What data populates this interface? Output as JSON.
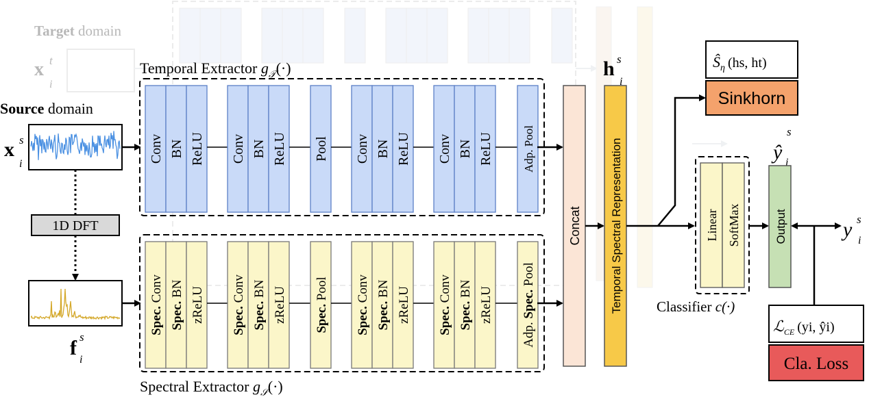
{
  "target": {
    "label_bold": "Target",
    "label_rest": " domain",
    "var_main": "x",
    "var_sup": "t",
    "var_sub": "i"
  },
  "source": {
    "label_bold": "Source",
    "label_rest": " domain",
    "var_main": "x",
    "var_sup": "s",
    "var_sub": "i"
  },
  "dft": {
    "label": "1D DFT"
  },
  "freq_var": {
    "main": "f",
    "sup": "s",
    "sub": "i"
  },
  "temporal_extractor": {
    "title": "Temporal Extractor ",
    "symbol": "g",
    "symbol_sub": "𝒯",
    "arg": "(·)",
    "groups": [
      [
        "Conv",
        "BN",
        "ReLU"
      ],
      [
        "Conv",
        "BN",
        "ReLU"
      ],
      [
        "Pool"
      ],
      [
        "Conv",
        "BN",
        "ReLU"
      ],
      [
        "Conv",
        "BN",
        "ReLU"
      ],
      [
        "Adp. Pool"
      ]
    ]
  },
  "spectral_extractor": {
    "title": "Spectral Extractor ",
    "symbol": "g",
    "symbol_sub": "𝒮",
    "arg": "(·)",
    "groups": [
      [
        [
          "Spec.",
          " Conv"
        ],
        [
          "Spec.",
          " BN"
        ],
        [
          "",
          "zReLU"
        ]
      ],
      [
        [
          "Spec.",
          " Conv"
        ],
        [
          "Spec.",
          " BN"
        ],
        [
          "",
          "zReLU"
        ]
      ],
      [
        [
          "Spec.",
          " Pool"
        ]
      ],
      [
        [
          "Spec.",
          " Conv"
        ],
        [
          "Spec.",
          " BN"
        ],
        [
          "",
          "zReLU"
        ]
      ],
      [
        [
          "Spec.",
          " Conv"
        ],
        [
          "Spec.",
          " BN"
        ],
        [
          "",
          "zReLU"
        ]
      ],
      [
        [
          "Adp. ",
          "Spec.",
          " Pool"
        ]
      ]
    ]
  },
  "concat": {
    "label": "Concat"
  },
  "representation": {
    "label": "Temporal Spectral Representation",
    "var_main": "h",
    "var_sup": "s",
    "var_sub": "i"
  },
  "sinkhorn": {
    "label": "Sinkhorn",
    "formula_symbol": "Ŝ",
    "formula_sub": "η",
    "formula_args": "(hs, ht)"
  },
  "classifier": {
    "layers": [
      "Linear",
      "SoftMax"
    ],
    "title": "Classifier ",
    "symbol": "c(·)"
  },
  "output": {
    "label": "Output",
    "pred_main": "ŷ",
    "pred_sup": "s",
    "pred_sub": "i",
    "true_main": "y",
    "true_sup": "s",
    "true_sub": "i"
  },
  "loss": {
    "label": "Cla. Loss",
    "formula_symbol": "ℒ",
    "formula_sub": "CE",
    "formula_args": "(yi, ŷi)"
  },
  "colors": {
    "temporal_fill": "#c9daf8",
    "temporal_stroke": "#5b7fc7",
    "spectral_fill": "#fbf6c9",
    "concat_fill": "#fbe5d6",
    "representation_fill": "#f7c948",
    "sinkhorn_fill": "#f4a26c",
    "output_fill": "#c6e0b4",
    "loss_fill": "#e85a5a",
    "dft_fill": "#d9d9d9",
    "signal_blue": "#4a90e2",
    "signal_gold": "#d4a82a",
    "ghost": "#dfe3ea"
  }
}
